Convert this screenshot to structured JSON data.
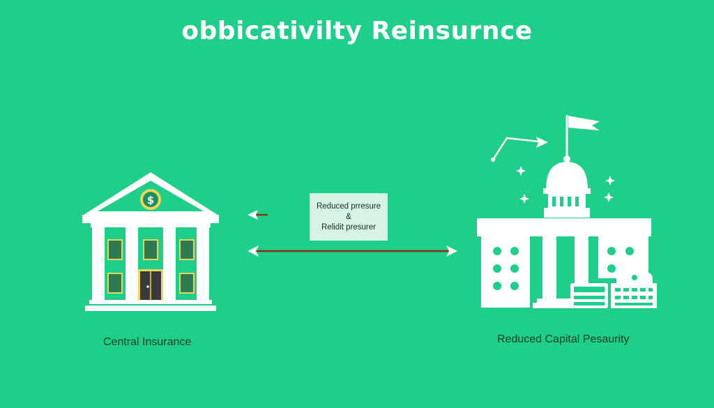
{
  "title": "obbicativilty Reinsurnce",
  "left_label": "Central Insurance",
  "right_label": "Reduced Capital Pesaurity",
  "note_box": {
    "line1": "Reduced prresure",
    "line2": "&",
    "line3": "Relidit presurer"
  },
  "bank_sign": "$",
  "colors": {
    "background": "#1fce88",
    "building": "#ffffff",
    "arrow": "#8b2f1a",
    "window": "#22c781",
    "note_box": "#d4f4e4"
  }
}
